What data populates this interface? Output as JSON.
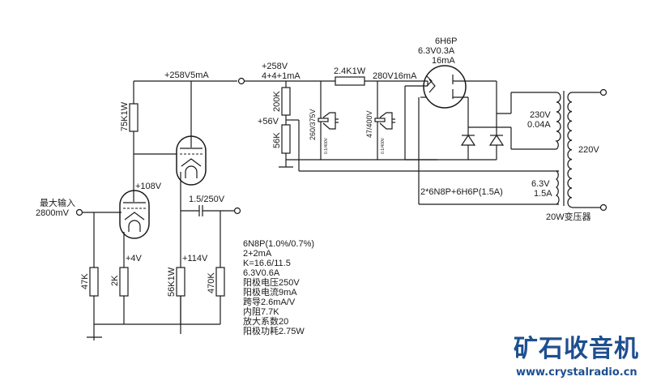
{
  "input": {
    "title": "最大输入",
    "level": "2800mV"
  },
  "rails": {
    "b_plus_amp": "+258V5mA",
    "b_plus_supply_v": "+258V",
    "b_plus_supply_i": "4+4+1mA",
    "filter_out": "280V16mA",
    "heater_bias": "+56V"
  },
  "voltages": {
    "v1_plate": "+108V",
    "v1_cathode": "+4V",
    "v2_cathode": "+114V"
  },
  "components": {
    "r_plate": "75K1W",
    "r_grid": "47K",
    "r_cathode1": "2K",
    "r_cathode2": "56K1W",
    "r_out": "470K",
    "c_out": "1.5/250V",
    "r_div_top": "200K",
    "r_div_bot": "56K",
    "r_filter": "2.4K1W",
    "c_filter1": "260/375V",
    "c_filter1_bypass": "0.1/400V",
    "c_filter2": "47/400V",
    "c_filter2_bypass": "0.1/400V"
  },
  "rectifier": {
    "tube": "6H6P",
    "heater": "6.3V0.3A",
    "current": "16mA"
  },
  "transformer": {
    "hv_v": "230V",
    "hv_i": "0.04A",
    "heater_v": "6.3V",
    "heater_i": "1.5A",
    "primary": "220V",
    "rating": "20W变压器",
    "heater_load": "2*6N8P+6H6P(1.5A)"
  },
  "tube_specs": [
    "6N8P(1.0%/0.7%)",
    "2+2mA",
    "K=16.6/11.5",
    "6.3V0.6A",
    "阳极电压250V",
    "阳极电流9mA",
    "跨导2.6mA/V",
    "内阻7.7K",
    "放大系数20",
    "阳极功耗2.75W"
  ],
  "watermark": {
    "brand": "矿石收音机",
    "url": "www.crystalradio.cn"
  }
}
